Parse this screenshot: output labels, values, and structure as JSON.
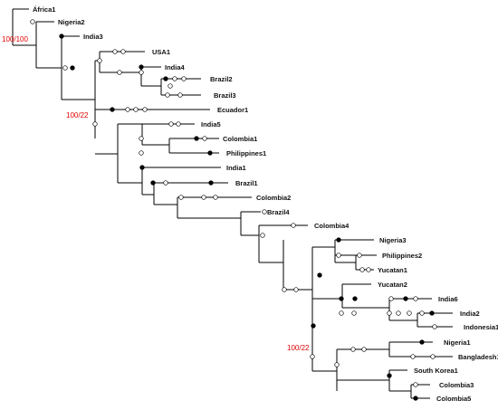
{
  "taxa": [
    "África1",
    "Nigeria2",
    "India3",
    "USA1",
    "India4",
    "Brazil2",
    "Brazil3",
    "Ecuador1",
    "India5",
    "Colombia1",
    "Philippines1",
    "India1",
    "Brazil1",
    "Colombia2",
    "Brazil4",
    "Colombia4",
    "Nigeria3",
    "Philippines2",
    "Yucatan1",
    "Yucatan2",
    "India6",
    "India2",
    "Indonesia1",
    "Nigeria1",
    "Bangladesh1",
    "South Korea1",
    "Colombia3",
    "Colombia5"
  ],
  "support": [
    "100/100",
    "100/22",
    "100/22"
  ]
}
